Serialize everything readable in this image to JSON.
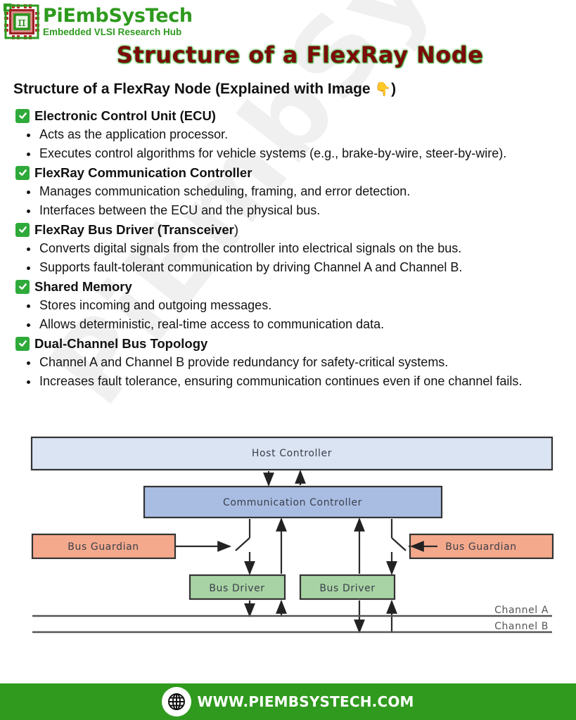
{
  "brand": {
    "name": "PiEmbSysTech",
    "tagline": "Embedded VLSI Research Hub",
    "logo_symbol": "π",
    "colors": {
      "primary_green": "#2e9a1e",
      "title_red": "#7c0b0b"
    }
  },
  "watermark": "PiEmbSysTech",
  "main_title": "Structure of a FlexRay Node",
  "subtitle": {
    "text": "Structure of a FlexRay Node (Explained with Image ",
    "emoji": "👇",
    "close": ")"
  },
  "sections": [
    {
      "icon": "check-box-icon",
      "title": "Electronic Control Unit (ECU)",
      "bullets": [
        "Acts as the application processor.",
        "Executes control algorithms for vehicle systems (e.g., brake-by-wire, steer-by-wire)."
      ]
    },
    {
      "icon": "check-box-icon",
      "title": "FlexRay Communication Controller",
      "bullets": [
        "Manages communication scheduling, framing, and error detection.",
        "Interfaces between the ECU and the physical bus."
      ]
    },
    {
      "icon": "check-box-icon",
      "title": "FlexRay Bus Driver (Transceiver",
      "title_suffix": ")",
      "bullets": [
        "Converts digital signals from the controller into electrical signals on the bus.",
        "Supports fault-tolerant communication by driving Channel A and Channel B."
      ]
    },
    {
      "icon": "check-box-icon",
      "title": "Shared Memory",
      "bullets": [
        "Stores incoming and outgoing messages.",
        "Allows deterministic, real-time access to communication data."
      ]
    },
    {
      "icon": "check-box-icon",
      "title": "Dual-Channel Bus Topology",
      "bullets": [
        "Channel A and Channel B provide redundancy for safety-critical systems.",
        "Increases fault tolerance, ensuring communication continues even if one channel fails."
      ]
    }
  ],
  "diagram": {
    "host_controller": "Host Controller",
    "communication_controller": "Communication Controller",
    "bus_guardian_left": "Bus Guardian",
    "bus_guardian_right": "Bus Guardian",
    "bus_driver_left": "Bus Driver",
    "bus_driver_right": "Bus Driver",
    "channel_a": "Channel A",
    "channel_b": "Channel B",
    "colors": {
      "host": "#dbe4f3",
      "comm": "#a9bde3",
      "guardian": "#f5a98c",
      "driver": "#a8d3a4",
      "text": "#3a3f4a"
    }
  },
  "footer": {
    "icon": "globe-icon",
    "url": "WWW.PIEMBSYSTECH.COM",
    "background": "#2f9a1d"
  }
}
